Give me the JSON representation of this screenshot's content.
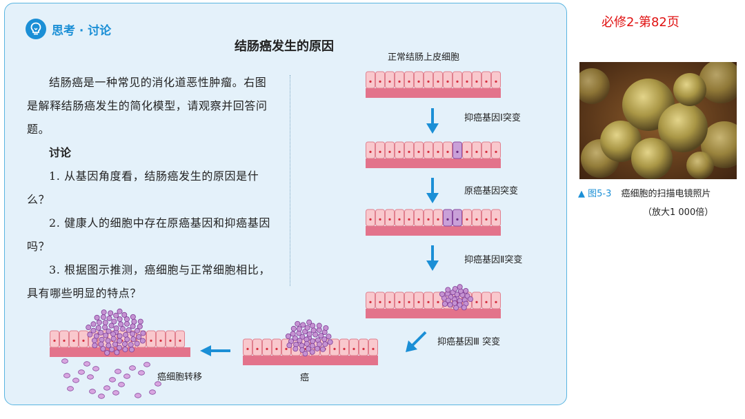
{
  "page_ref": "必修2-第82页",
  "box": {
    "header_label": "思考 · 讨论",
    "title": "结肠癌发生的原因",
    "intro": "结肠癌是一种常见的消化道恶性肿瘤。右图是解释结肠癌发生的简化模型，请观察并回答问题。",
    "discussion_heading": "讨论",
    "questions": [
      "1. 从基因角度看，结肠癌发生的原因是什么？",
      "2. 健康人的细胞中存在原癌基因和抑癌基因吗？",
      "3. 根据图示推测，癌细胞与正常细胞相比，具有哪些明显的特点？"
    ]
  },
  "diagram": {
    "normal_label": "正常结肠上皮细胞",
    "step1_label": "抑癌基因Ⅰ突变",
    "step2_label": "原癌基因突变",
    "step3_label": "抑癌基因Ⅱ突变",
    "step4_label": "抑癌基因Ⅲ 突变",
    "cancer_label": "癌",
    "metastasis_label": "癌细胞转移"
  },
  "figure": {
    "caption_number": "图5-3",
    "caption_text": "癌细胞的扫描电镜照片",
    "magnification": "（放大1 000倍）"
  },
  "colors": {
    "accent": "#1b8fd6",
    "panel_bg": "#e4f1fa",
    "page_ref": "#e01010"
  }
}
